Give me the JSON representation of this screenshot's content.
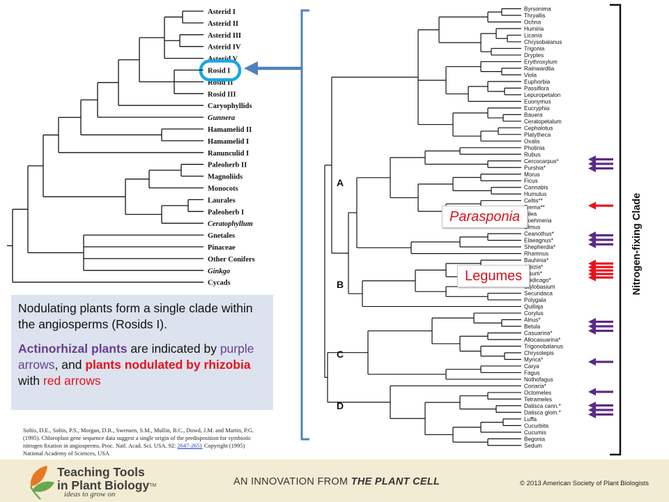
{
  "left_tree": {
    "taxa": [
      "Asterid I",
      "Asterid II",
      "Asterid III",
      "Asterid IV",
      "Asterid V",
      "Rosid I",
      "Rosid II",
      "Rosid III",
      "Caryophyllids",
      "Gunnera",
      "Hamamelid II",
      "Hamamelid I",
      "Ranunculid I",
      "Paleoherb II",
      "Magnoliids",
      "Monocots",
      "Laurales",
      "Paleoherb I",
      "Ceratophyllum",
      "Gnetales",
      "Pinaceae",
      "Other Conifers",
      "Ginkgo",
      "Cycads"
    ],
    "highlighted_taxon": "Rosid I"
  },
  "right_tree": {
    "taxa": [
      "Byrsonima",
      "Thryallis",
      "Ochna",
      "Humiria",
      "Licania",
      "Chrysobalanus",
      "Trigonia",
      "Dryptes",
      "Erythroxylum",
      "Rainwardtia",
      "Viola",
      "Euphorbia",
      "Passiflora",
      "Lepuropetalon",
      "Euonymus",
      "Eucryphia",
      "Bauera",
      "Ceratopetalum",
      "Cephalotus",
      "Platytheca",
      "Oxalis",
      "Photinia",
      "Rubus",
      "Cercocarpus*",
      "Purshia*",
      "Morus",
      "Ficus",
      "Cannabis",
      "Humulus",
      "Celtis**",
      "Trema**",
      "Pilea",
      "Boehmeria",
      "Ulmus",
      "Ceanothus*",
      "Elaeagnus*",
      "Shepherdia*",
      "Rhamnus",
      "Bauhinia*",
      "Albizia*",
      "Pisum*",
      "Medicago*",
      "Stylobasium",
      "Securidaca",
      "Polygala",
      "Quillaja",
      "Corylus",
      "Alnus*",
      "Betula",
      "Casuarina*",
      "Allocasuarina*",
      "Trigonobalanus",
      "Chrysolepis",
      "Myrica*",
      "Carya",
      "Fagus",
      "Nothofagus",
      "Coriaria*",
      "Octomeles",
      "Tetrameles",
      "Datisca cann.*",
      "Datisca glom.*",
      "Luffa",
      "Cucurbita",
      "Cucumis",
      "Begonia",
      "Sedum"
    ],
    "clade_labels": [
      "A",
      "B",
      "C",
      "D"
    ],
    "bracket_label": "Nitrogen-fixing Clade"
  },
  "callouts": {
    "parasponia": "Parasponia",
    "legumes": "Legumes"
  },
  "arrow_groups": [
    {
      "color": "#5b2a86",
      "count": 3,
      "name": "Cercocarpus-Purshia"
    },
    {
      "color": "#e8111a",
      "count": 1,
      "name": "Parasponia"
    },
    {
      "color": "#5b2a86",
      "count": 3,
      "name": "Ceanothus-Elaeagnus-Shepherdia"
    },
    {
      "color": "#e8111a",
      "count": 5,
      "name": "Legumes"
    },
    {
      "color": "#5b2a86",
      "count": 3,
      "name": "Alnus-Casuarina-Allocasuarina"
    },
    {
      "color": "#5b2a86",
      "count": 1,
      "name": "Myrica"
    },
    {
      "color": "#5b2a86",
      "count": 1,
      "name": "Coriaria"
    },
    {
      "color": "#5b2a86",
      "count": 3,
      "name": "Datisca"
    }
  ],
  "caption": {
    "line1": "Nodulating  plants form a single clade within the angiosperms (Rosids I).",
    "actino": "Actinorhizal plants",
    "mid1": " are indicated by ",
    "purple_arrows": "purple arrows",
    "mid2": ", and ",
    "rhizobia": "plants nodulated by rhizobia",
    "mid3": " with ",
    "red_arrows": "red arrows"
  },
  "citation": {
    "text": "Soltis, D.E., Soltis, P.S., Morgan, D.R., Swensen, S.M., Mullin, B.C., Dowd, J.M. and Martin, P.G. (1995). Chloroplast gene sequence data suggest a single origin of the predisposition for symbiotic nitrogen fixation in angiosperms. Proc. Natl. Acad. Sci. USA. 92: ",
    "link": "2647-2651",
    "tail": " Copyright (1995) National Academy of Sciences, USA"
  },
  "footer": {
    "logo_line1": "Teaching Tools",
    "logo_line2": "in Plant Biology",
    "tm": "TM",
    "tagline": "ideas to grow on",
    "innovation_prefix": "AN INNOVATION FROM ",
    "innovation_journal": "THE PLANT CELL",
    "copyright": "© 2013 American Society of Plant Biologists"
  },
  "colors": {
    "purple": "#5b2a86",
    "red": "#e8111a",
    "highlight": "#17a7e6",
    "pointer": "#4f81bd",
    "footer_bg": "#f3ecd4",
    "caption_bg": "#dce3ee"
  }
}
